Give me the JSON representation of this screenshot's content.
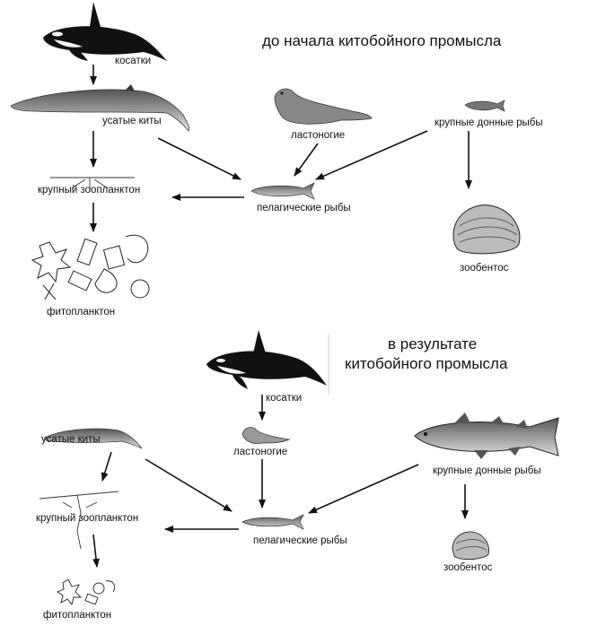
{
  "top": {
    "title": "до начала китобойного промысла",
    "labels": {
      "orcas": "косатки",
      "baleen_whales": "усатые киты",
      "pinnipeds": "ластоногие",
      "large_demersal_fish": "крупные донные рыбы",
      "large_zooplankton": "крупный зоопланктон",
      "pelagic_fish": "пелагические рыбы",
      "zoobenthos": "зообентос",
      "phytoplankton": "фитопланктон"
    }
  },
  "bottom": {
    "title_line1": "в результате",
    "title_line2": "китобойного промысла",
    "labels": {
      "orcas": "косатки",
      "pinnipeds": "ластоногие",
      "baleen_whales": "усатые киты",
      "large_demersal_fish": "крупные донные рыбы",
      "large_zooplankton": "крупный зоопланктон",
      "pelagic_fish": "пелагические рыбы",
      "zoobenthos": "зообентос",
      "phytoplankton": "фитопланктон"
    }
  }
}
